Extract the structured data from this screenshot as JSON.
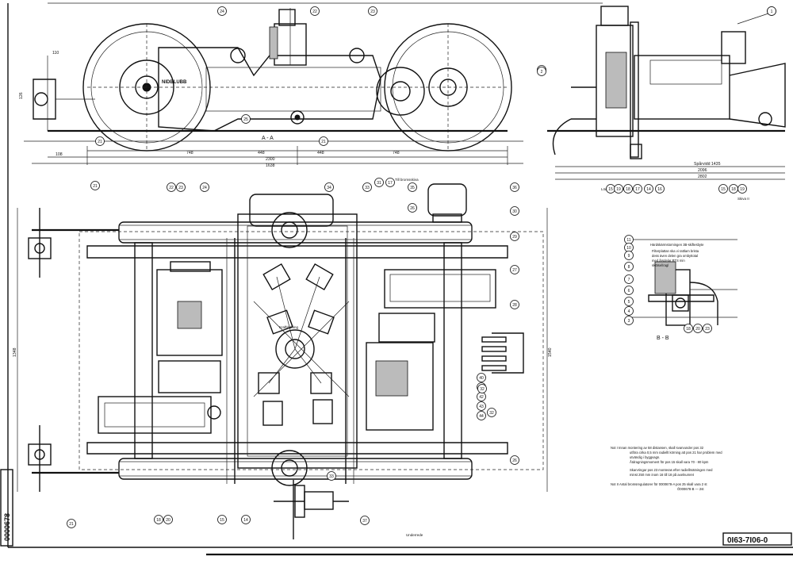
{
  "sheet": {
    "drawing_number": "0I63-7I06-0",
    "vertical_stamp": "0000678"
  },
  "side_view": {
    "section_label": "A - A",
    "plate_text": "NIDBLUBB",
    "dims": [
      "448",
      "448",
      "2300",
      "1638",
      "748",
      "748",
      "126",
      "110",
      "108"
    ]
  },
  "end_view": {
    "dims": [
      "Spårvidd 1435",
      "2096",
      "2802"
    ],
    "label_left": "Lödoldiam. profiler",
    "label_right": "Skiva II"
  },
  "plan_view": {
    "left_dim": "1348",
    "right_dim": "1540",
    "callout_top": "Till bromsskiva",
    "callout_bottom": "Underrede",
    "center_label": "Kraftledning"
  },
  "section_b": {
    "title": "B - B",
    "note_lines": [
      "Härdskärmstorningen 3B-skiftesbyte",
      "Filterplattan ska vi rattlam brista",
      "dess även delen gra ombyttotal",
      "med årsdelar BTS min",
      "skötsel/ragl"
    ]
  },
  "notes": {
    "note1": [
      "Not I  Innan montering av 58 distansen, skall svarvunder pos 32",
      "utföra cirka 0,5 mm radiellt körning att pos 21 har problem med",
      "utvändig i byggvagn.",
      "Åtdragningsmoment för pos 15 skall vara 70 - 80 kpm"
    ],
    "note1b": [
      "Skarvringar pos 23 monteras efter radiellmätningen med",
      "minst 250 mm inom 16 till 18 på axelnumret"
    ],
    "note2": [
      "Not II  Antal bromsregulatorer för 0000678-A pos 25 skall vara 2 st",
      "Ö000678-B — 2st"
    ]
  },
  "bubbles": {
    "side": [
      "24",
      "22",
      "23",
      "21",
      "25",
      "21",
      "1",
      "20"
    ],
    "end": [
      "1",
      "2",
      "15",
      "19",
      "18",
      "17",
      "14",
      "16",
      "15",
      "18",
      "19"
    ],
    "plan": [
      "21",
      "22",
      "23",
      "24",
      "34",
      "33",
      "36",
      "35",
      "30",
      "26",
      "29",
      "27",
      "28",
      "40",
      "41",
      "42",
      "43",
      "44",
      "26",
      "21",
      "18",
      "20",
      "14",
      "15",
      "37",
      "33",
      "32",
      "32",
      "31",
      "17"
    ],
    "section": [
      "11",
      "10",
      "9",
      "8",
      "7",
      "6",
      "5",
      "4",
      "3",
      "18",
      "20",
      "23"
    ]
  }
}
